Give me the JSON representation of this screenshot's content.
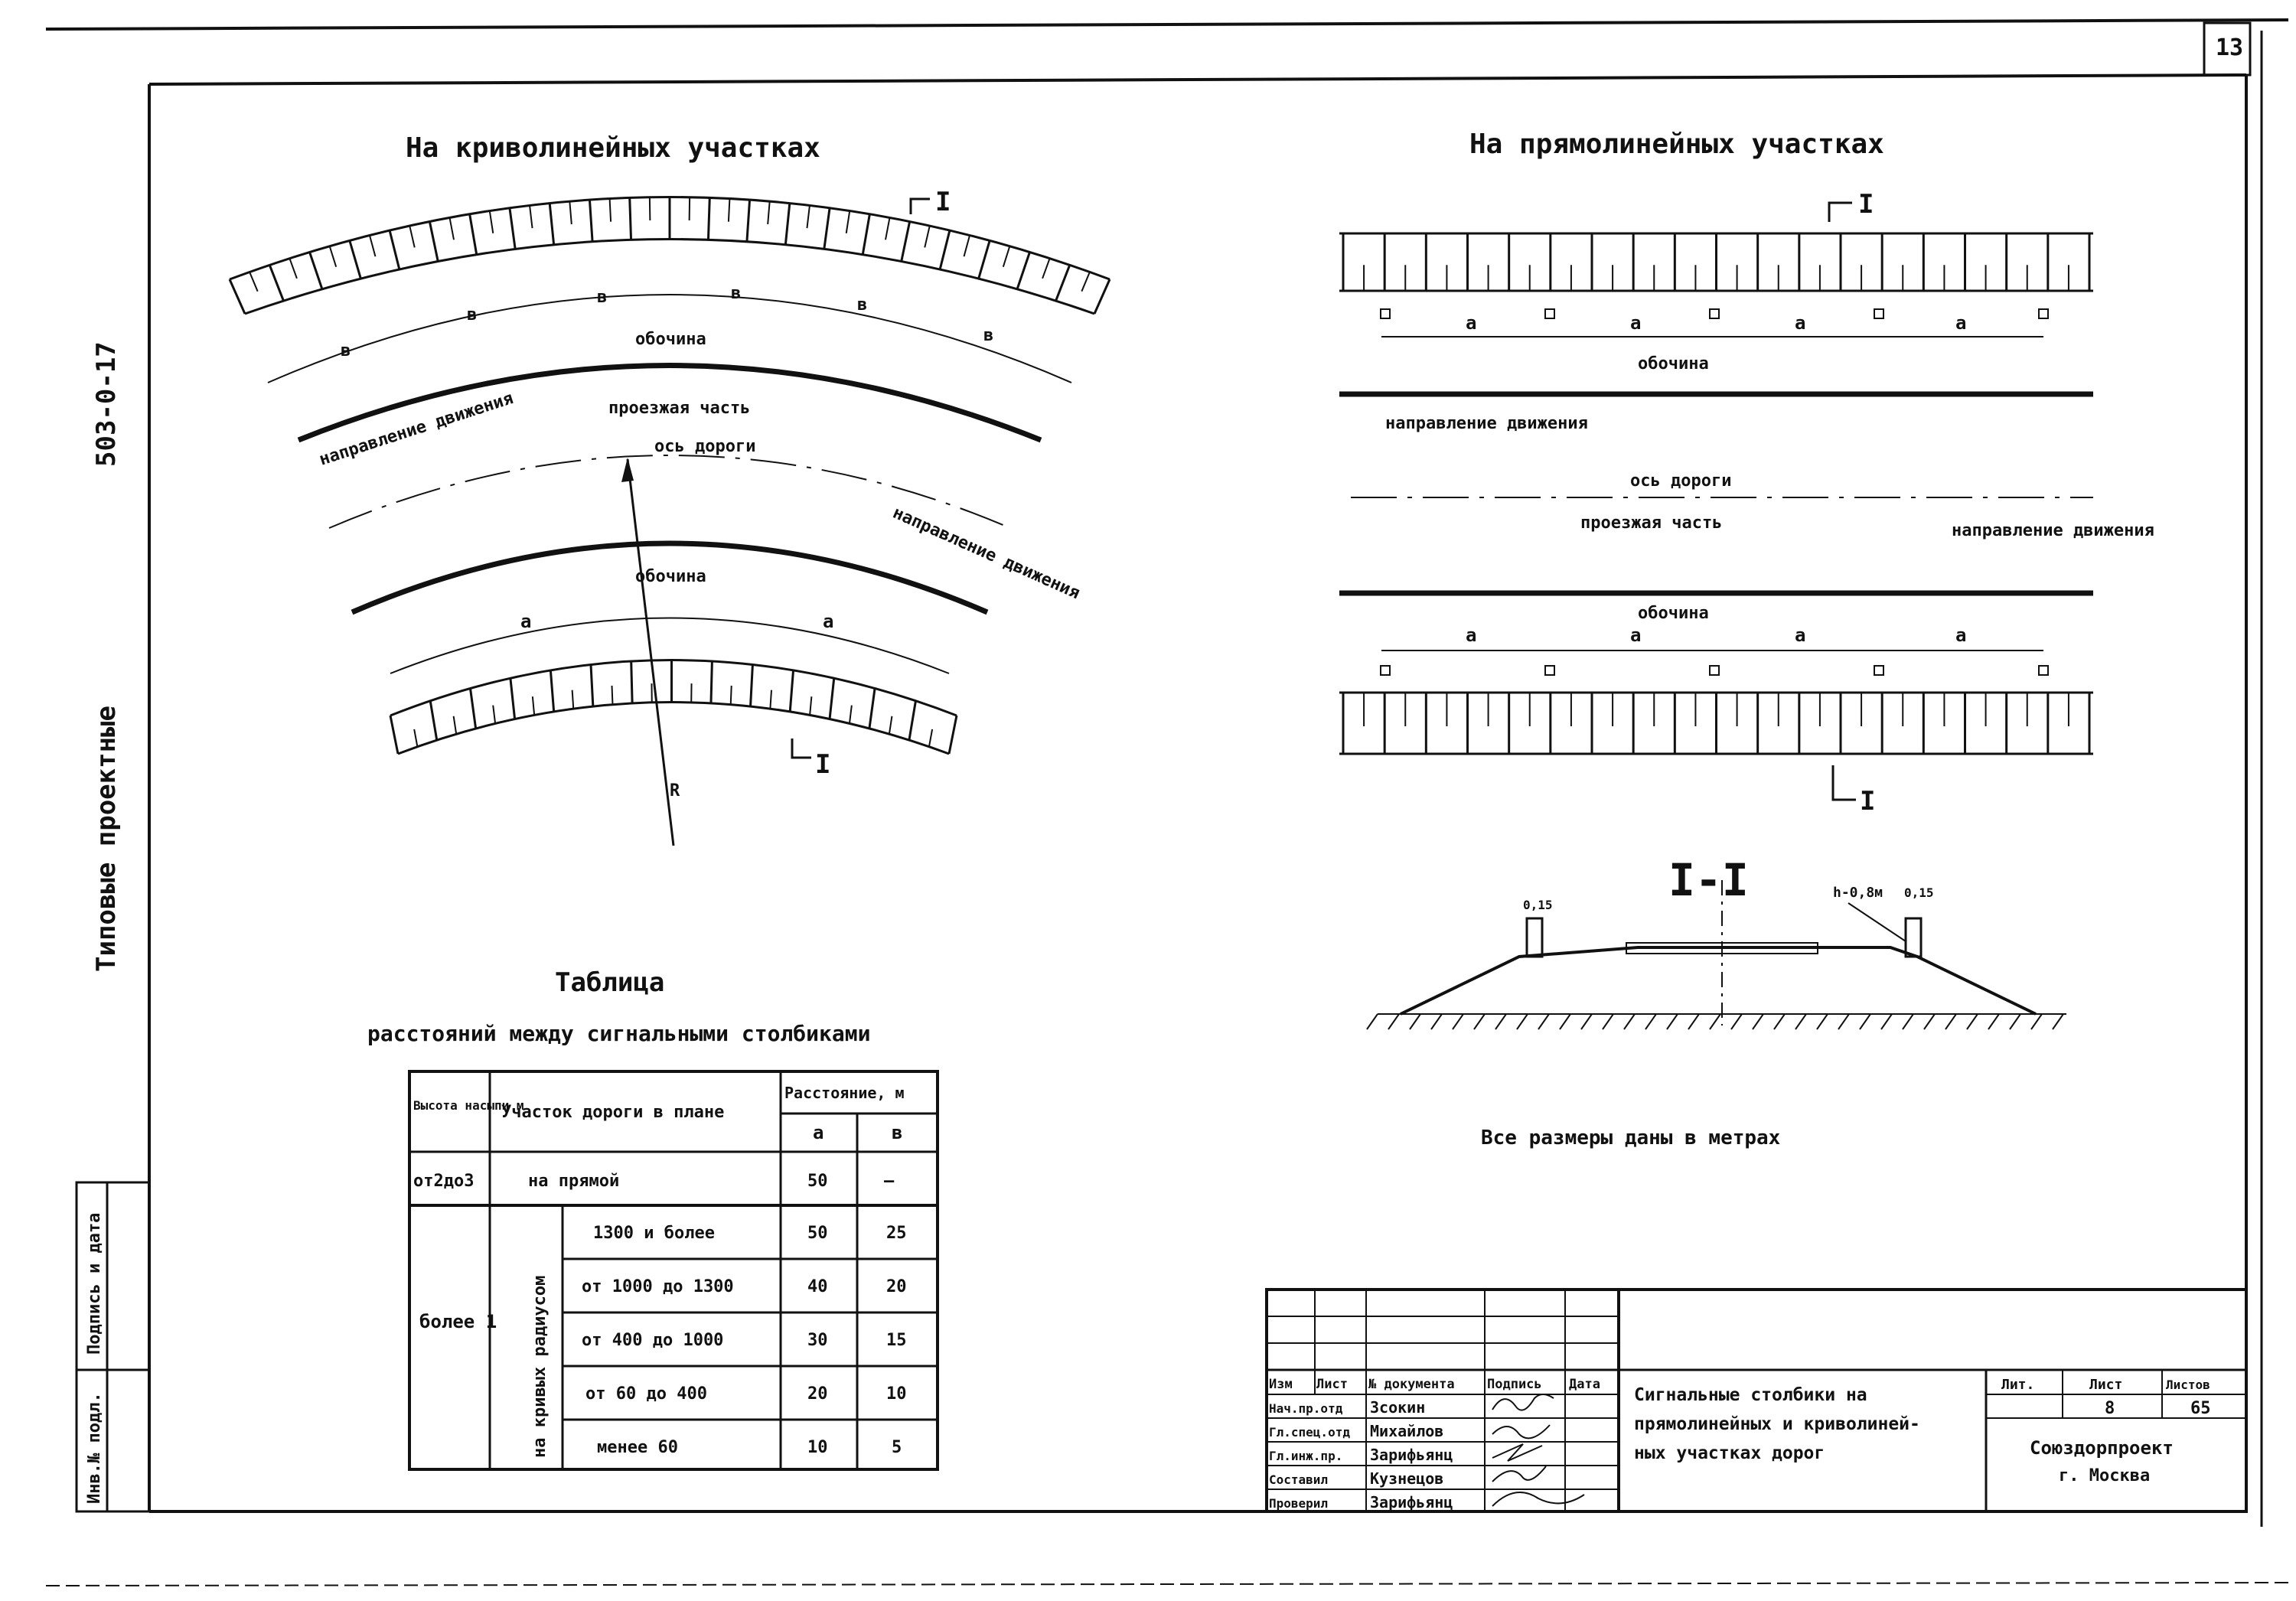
{
  "sheet": {
    "page_number": "13",
    "series_code": "503-0-17",
    "series_title": "Типовые   проектные",
    "stamp_left": [
      "Подпись и дата",
      "Инв.№ подл."
    ]
  },
  "left_view": {
    "title": "На   криволинейных   участках",
    "section_mark": "I",
    "shoulder": "обочина",
    "carriageway": "проезжая   часть",
    "axis": "ось  дороги",
    "direction": "направление движения",
    "spacing_a": "а",
    "spacing_b": "в",
    "radius": "R"
  },
  "right_view": {
    "title": "На   прямолинейных   участках",
    "section_mark": "I",
    "shoulder": "обочина",
    "axis": "ось  дороги",
    "carriageway": "проезжая   часть",
    "direction": "направление движения",
    "spacing_a": "а"
  },
  "cross_section": {
    "title": "I-I",
    "post_width_1": "0,15",
    "post_width_2": "0,15",
    "post_height": "h-0,8м",
    "note": "Все   размеры   даны   в метрах"
  },
  "table": {
    "title": "Таблица",
    "subtitle": "расстояний   между   сигнальными   столбиками",
    "headers": {
      "height": "Высота насыпи м",
      "segment": "Участок дороги в плане",
      "distance": "Расстояние, м",
      "col_a": "а",
      "col_b": "в"
    },
    "row_straight": {
      "height": "от2до3",
      "segment": "на  прямой",
      "a": "50",
      "b": "—"
    },
    "group_label": "более 1",
    "curve_label": "на кривых радиусом",
    "rows": [
      {
        "segment": "1300  и  более",
        "a": "50",
        "b": "25"
      },
      {
        "segment": "от 1000  до  1300",
        "a": "40",
        "b": "20"
      },
      {
        "segment": "от  400  до  1000",
        "a": "30",
        "b": "15"
      },
      {
        "segment": "от  60   до  400",
        "a": "20",
        "b": "10"
      },
      {
        "segment": "менее  60",
        "a": "10",
        "b": "5"
      }
    ]
  },
  "title_block": {
    "header": [
      "Изм",
      "Лист",
      "№ документа",
      "Подпись",
      "Дата"
    ],
    "people": [
      {
        "role": "Нач.пр.отд",
        "name": "Зсокин"
      },
      {
        "role": "Гл.спец.отд",
        "name": "Михайлов"
      },
      {
        "role": "Гл.инж.пр.",
        "name": "Зарифьянц"
      },
      {
        "role": "Составил",
        "name": "Кузнецов"
      },
      {
        "role": "Проверил",
        "name": "Зарифьянц"
      }
    ],
    "drawing_title": [
      "Сигнальные столбики на",
      "прямолинейных и криволиней-",
      "ных  участках  дорог"
    ],
    "stage_label": "Лит.",
    "sheet_label": "Лист",
    "sheets_label": "Листов",
    "sheet": "8",
    "sheets": "65",
    "org": "Союздорпроект",
    "city": "г. Москва"
  }
}
